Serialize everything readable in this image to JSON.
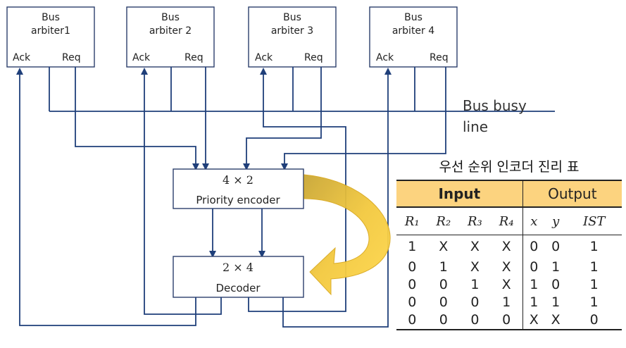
{
  "arbiters": [
    {
      "name_line1": "Bus",
      "name_line2": "arbiter1",
      "ack": "Ack",
      "req": "Req"
    },
    {
      "name_line1": "Bus",
      "name_line2": "arbiter 2",
      "ack": "Ack",
      "req": "Req"
    },
    {
      "name_line1": "Bus",
      "name_line2": "arbiter 3",
      "ack": "Ack",
      "req": "Req"
    },
    {
      "name_line1": "Bus",
      "name_line2": "arbiter 4",
      "ack": "Ack",
      "req": "Req"
    }
  ],
  "bus_busy": {
    "line1": "Bus busy",
    "line2": "line"
  },
  "encoder": {
    "title": "4 × 2",
    "name": "Priority encoder"
  },
  "decoder": {
    "title": "2  × 4",
    "name": "Decoder"
  },
  "table": {
    "title": "우선 순위 인코더 진리 표",
    "input_header": "Input",
    "output_header": "Output",
    "columns": [
      "R₁",
      "R₂",
      "R₃",
      "R₄",
      "x",
      "y",
      "IST"
    ],
    "rows": [
      [
        "1",
        "X",
        "X",
        "X",
        "0",
        "0",
        "1"
      ],
      [
        "0",
        "1",
        "X",
        "X",
        "0",
        "1",
        "1"
      ],
      [
        "0",
        "0",
        "1",
        "X",
        "1",
        "0",
        "1"
      ],
      [
        "0",
        "0",
        "0",
        "1",
        "1",
        "1",
        "1"
      ],
      [
        "0",
        "0",
        "0",
        "0",
        "X",
        "X",
        "0"
      ]
    ]
  },
  "colors": {
    "wire": "#1f3f7a",
    "arrow_fill": "#f5c842",
    "table_header": "#fcd37f"
  }
}
